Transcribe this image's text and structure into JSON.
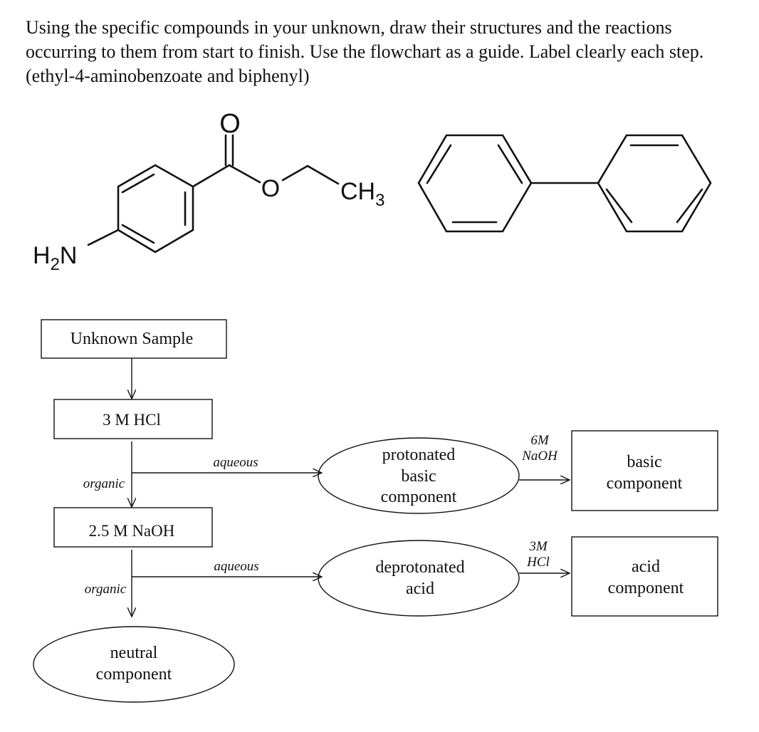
{
  "question": {
    "text": "Using the specific compounds in your unknown, draw their structures and the reactions occurring to them from start to finish. Use the flowchart as a guide. Label clearly each step.  (ethyl-4-aminobenzoate and biphenyl)"
  },
  "structures": {
    "ester": {
      "carbonyl_oxygen": "O",
      "ether_oxygen": "O",
      "methyl": "CH",
      "methyl_sub": "3",
      "amine_h": "H",
      "amine_sub": "2",
      "amine_n": "N"
    }
  },
  "flowchart": {
    "start": "Unknown Sample",
    "step1": "3 M HCl",
    "step1_organic": "organic",
    "step1_aqueous": "aqueous",
    "protonated": [
      "protonated",
      "basic",
      "component"
    ],
    "naoh_reagent": [
      "6M",
      "NaOH"
    ],
    "basic_component": [
      "basic",
      "component"
    ],
    "step2": "2.5 M NaOH",
    "step2_organic": "organic",
    "step2_aqueous": "aqueous",
    "deprotonated": [
      "deprotonated",
      "acid"
    ],
    "hcl_reagent": [
      "3M",
      "HCl"
    ],
    "acid_component": [
      "acid",
      "component"
    ],
    "neutral": [
      "neutral",
      "component"
    ]
  }
}
